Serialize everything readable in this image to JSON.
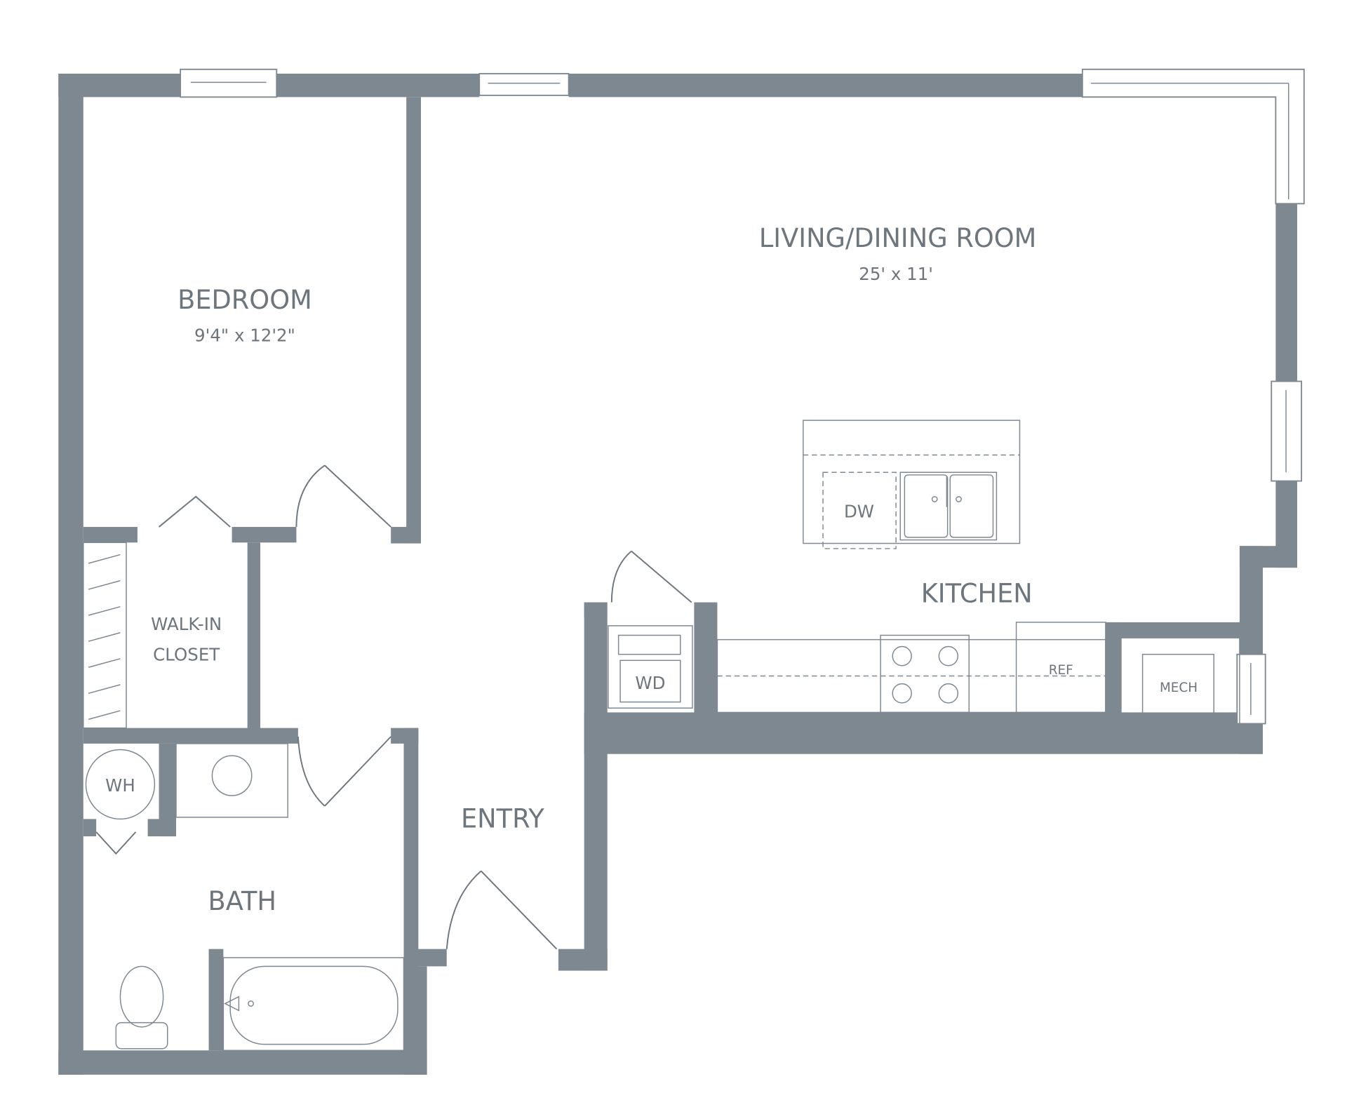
{
  "rooms": {
    "bedroom": {
      "name": "BEDROOM",
      "size": "9'4\" x 12'2\""
    },
    "living": {
      "name": "LIVING/DINING ROOM",
      "size": "25' x 11'"
    },
    "kitchen": {
      "name": "KITCHEN"
    },
    "closet": {
      "line1": "WALK-IN",
      "line2": "CLOSET"
    },
    "entry": {
      "name": "ENTRY"
    },
    "bath": {
      "name": "BATH"
    }
  },
  "fixtures": {
    "dw": "DW",
    "wd": "WD",
    "ref": "REF",
    "mech": "MECH",
    "wh": "WH"
  },
  "colors": {
    "wall": "#7e8891",
    "text": "#6d757d"
  }
}
